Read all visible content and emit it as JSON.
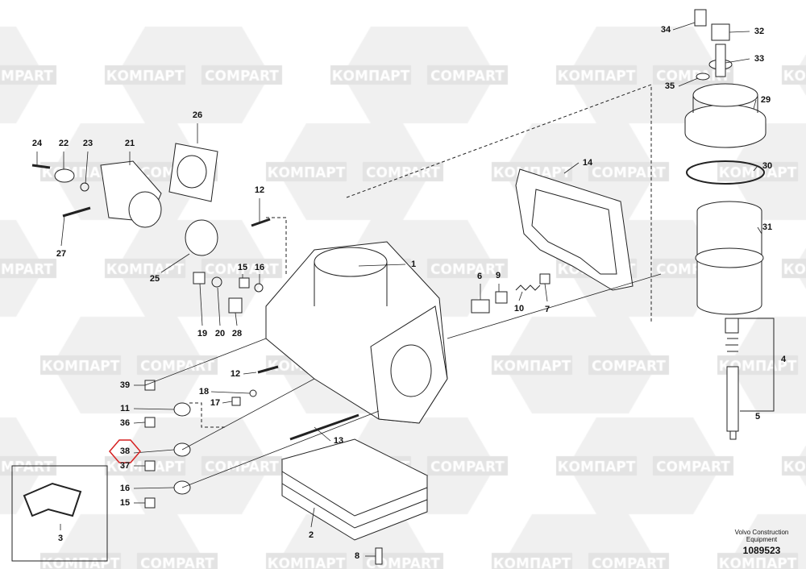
{
  "watermark": {
    "text_cyrillic": "КОМПАРТ",
    "text_latin": "COMPART",
    "color": "#e3e3e3"
  },
  "credit": {
    "line1": "Volvo Construction",
    "line2": "Equipment",
    "doc_number": "1089523"
  },
  "highlight": {
    "label": "38",
    "color": "#d62020"
  },
  "callouts": [
    "34",
    "32",
    "33",
    "35",
    "29",
    "30",
    "31",
    "4",
    "5",
    "14",
    "1",
    "6",
    "9",
    "10",
    "7",
    "12",
    "12",
    "26",
    "24",
    "22",
    "23",
    "21",
    "27",
    "25",
    "15",
    "16",
    "19",
    "20",
    "28",
    "39",
    "18",
    "17",
    "11",
    "36",
    "38",
    "37",
    "16",
    "15",
    "13",
    "2",
    "8",
    "3"
  ]
}
